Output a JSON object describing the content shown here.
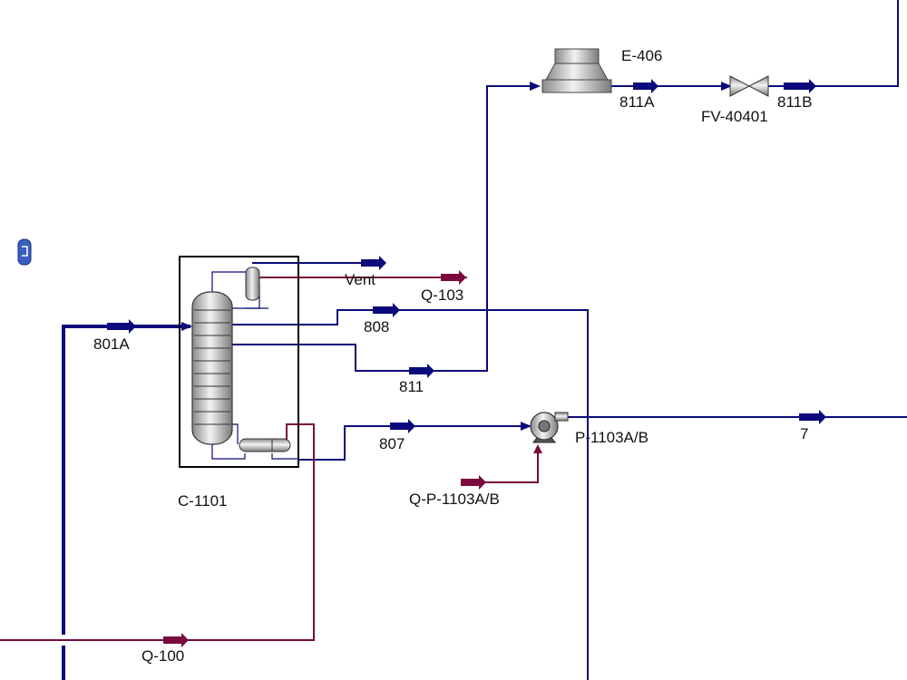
{
  "colors": {
    "material_stream": "#0a0a7a",
    "energy_stream": "#7a0a3c",
    "equipment_grey": "#9a9a9a",
    "background": "#ffffff"
  },
  "equipment": {
    "column": "C-1101",
    "cooler": "E-406",
    "valve": "FV-40401",
    "pump": "P-1103A/B"
  },
  "streams": {
    "s801A": "801A",
    "vent": "Vent",
    "q103": "Q-103",
    "s808": "808",
    "s811": "811",
    "s807": "807",
    "qp1103": "Q-P-1103A/B",
    "s7": "7",
    "s811A": "811A",
    "s811B": "811B",
    "q100": "Q-100"
  },
  "icons": {
    "side_marker": "object-marker-icon"
  }
}
